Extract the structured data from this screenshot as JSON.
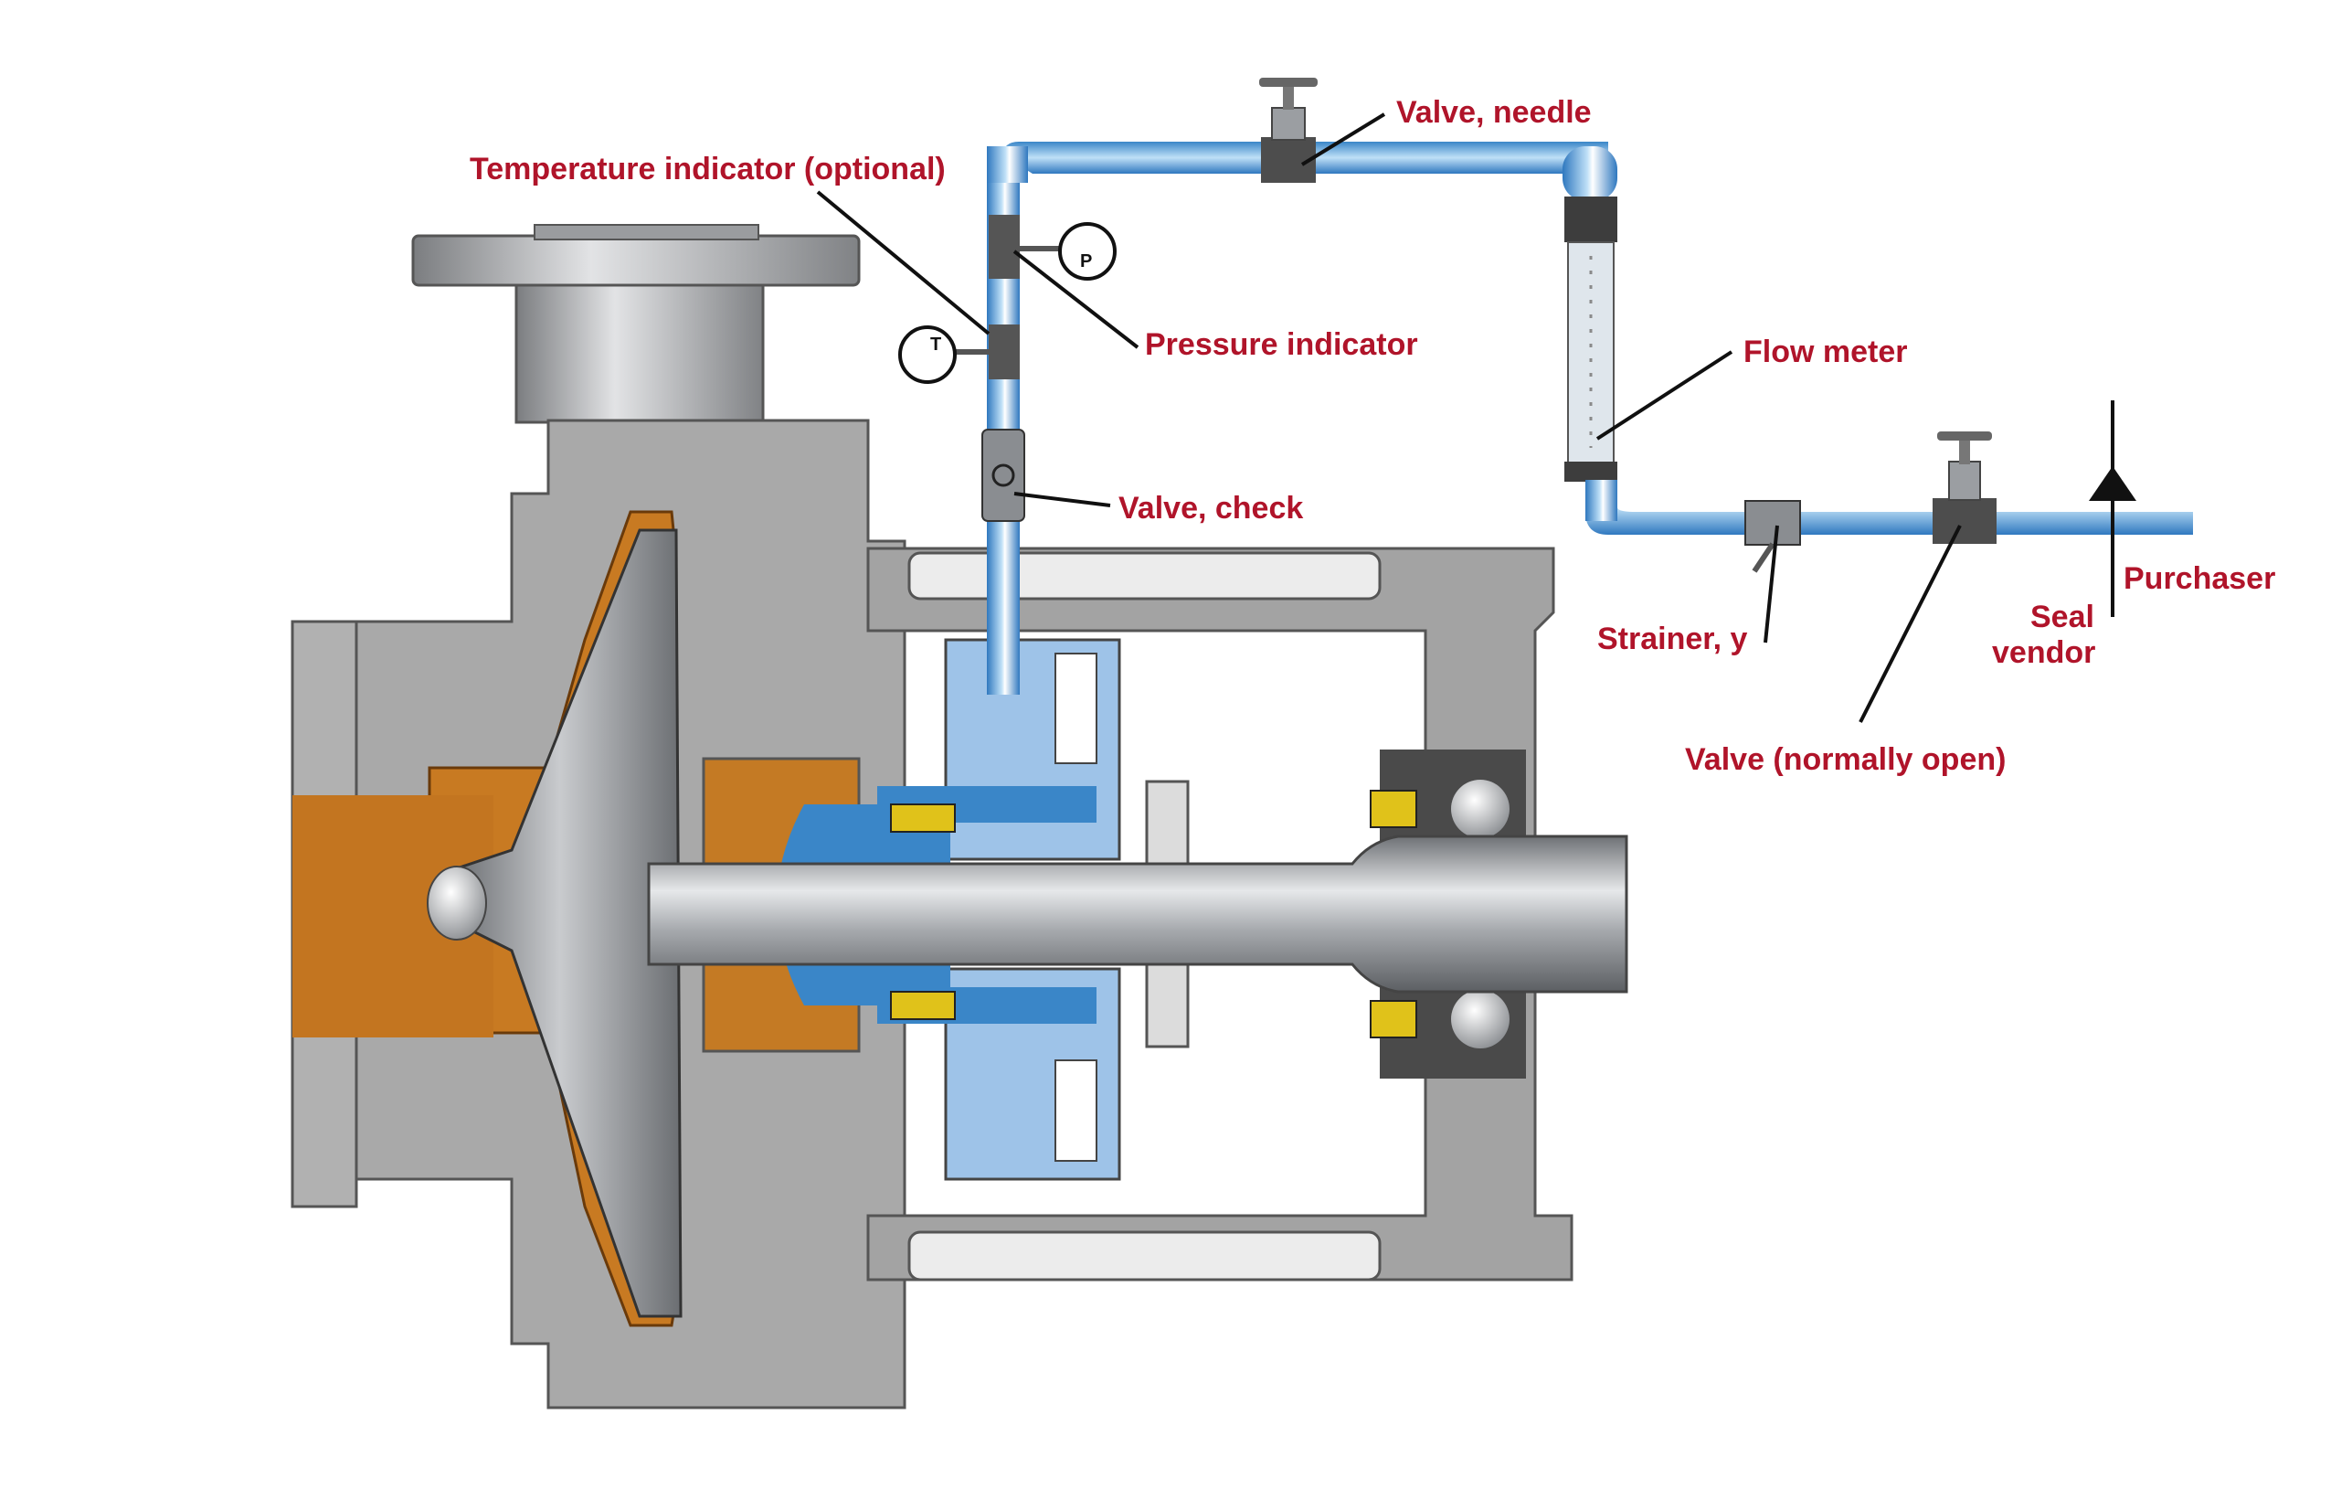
{
  "colors": {
    "label": "#b0142a",
    "casing": "#a9a9a9",
    "pumped_fluid": "#c87a22",
    "flush_fluid": "#3a86c8",
    "seal_chamber": "#9ec3e8",
    "shaft": "#8d9094"
  },
  "labels": {
    "temperature_indicator": "Temperature indicator (optional)",
    "valve_needle": "Valve, needle",
    "pressure_indicator": "Pressure indicator",
    "flow_meter": "Flow meter",
    "valve_check": "Valve, check",
    "strainer_y": "Strainer, y",
    "seal_vendor_line1": "Seal",
    "seal_vendor_line2": "vendor",
    "purchaser": "Purchaser",
    "valve_normally_open": "Valve (normally open)"
  },
  "gauges": {
    "pressure_letter": "P",
    "temperature_letter": "T"
  },
  "icons": {
    "pressure_gauge": "pressure-gauge-icon",
    "temperature_gauge": "temperature-gauge-icon",
    "handwheel_valve": "gate-valve-icon",
    "boundary_triangle": "triangle-marker-icon"
  }
}
